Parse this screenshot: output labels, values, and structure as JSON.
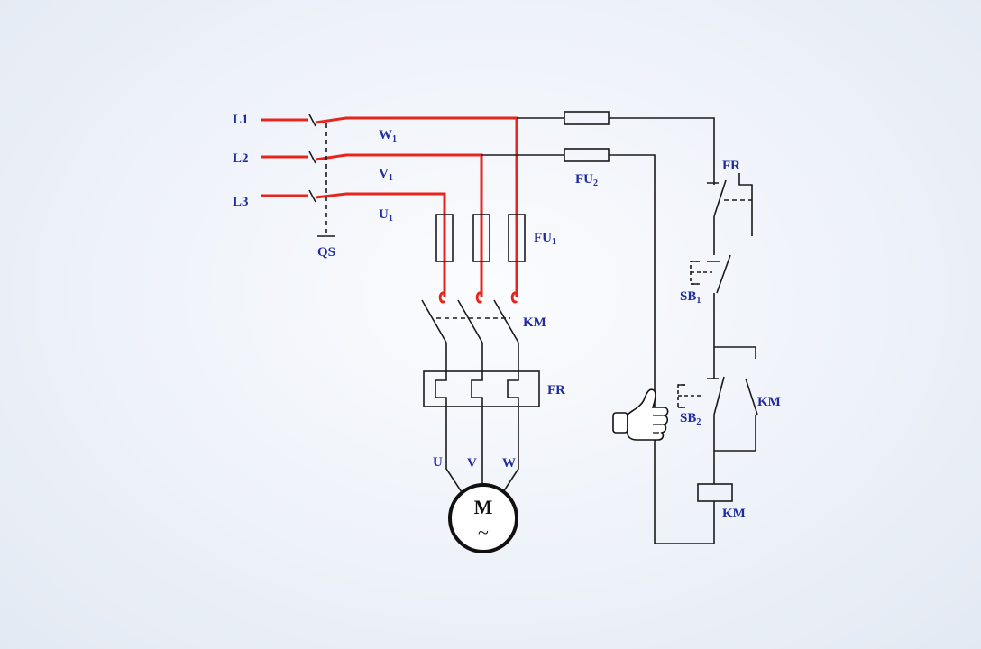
{
  "colors": {
    "label": "#1f2b9e",
    "power": "#e8251c",
    "wire": "#1b1b1b"
  },
  "labels": {
    "l1": "L1",
    "l2": "L2",
    "l3": "L3",
    "w1_main": "W",
    "w1_sub": "1",
    "v1_main": "V",
    "v1_sub": "1",
    "u1_main": "U",
    "u1_sub": "1",
    "qs": "QS",
    "fu1_main": "FU",
    "fu1_sub": "1",
    "fu2_main": "FU",
    "fu2_sub": "2",
    "km_main": "KM",
    "fr_main": "FR",
    "u": "U",
    "v": "V",
    "w": "W",
    "motor_letter": "M",
    "motor_tilde": "~",
    "fr_ctrl": "FR",
    "sb1_main": "SB",
    "sb1_sub": "1",
    "sb2_main": "SB",
    "sb2_sub": "2",
    "km_aux": "KM",
    "km_coil": "KM"
  },
  "icons": {
    "pointer": "thumbs-up-hand-icon"
  }
}
